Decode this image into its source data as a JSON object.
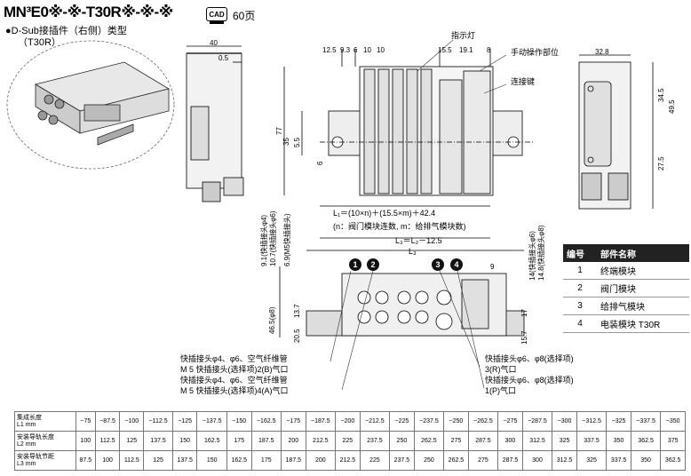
{
  "header": {
    "title": "MN³E0※-※-T30R※-※-※",
    "cad_label": "CAD",
    "page_ref": "60页",
    "subtitle": "●D-Sub接插件（右侧）类型",
    "subtitle_code": "（T30R）"
  },
  "callouts": {
    "indicator": "指示灯",
    "manual": "手动操作部位",
    "connector_key": "连接键"
  },
  "dims": {
    "w40": "40",
    "w05": "0.5",
    "d125": "12.5",
    "d93": "9.3",
    "d6": "6",
    "d10a": "10",
    "d10b": "10",
    "d155": "15.5",
    "d191": "19.1",
    "d8": "8",
    "d328": "32.8",
    "h77": "77",
    "h35": "35",
    "h55": "5.5",
    "h6": "6",
    "h345": "34.5",
    "h495": "49.5",
    "h275": "27.5",
    "h91": "9.1(快插接头φ4)",
    "h107": "10.7(快插接头φ6)",
    "h69": "6.9(M5快插接头)",
    "h14": "14(快插接头φ6)",
    "h148": "14.8(快插接头φ8)",
    "h465": "46.5(φ8)",
    "h137": "13.7",
    "h205": "20.5",
    "h17": "17",
    "h157": "15.7",
    "h9": "9"
  },
  "formulas": {
    "l1": "L₁＝(10×n)＋(15.5×m)＋42.4",
    "note": "(n：阀门模块连数, m：给排气模块数)",
    "l3": "L₃＝L₂－12.5",
    "l3_short": "L₃"
  },
  "ports": {
    "b_line1": "快插接头φ4、φ6、空气纤维管",
    "b_line2": "M 5 快插接头(选择项)2(B)气口",
    "a_line1": "快插接头φ4、φ6、空气纤维管",
    "a_line2": "M 5 快插接头(选择项)4(A)气口",
    "r_line1": "快插接头φ6、φ8(选择项)",
    "r_line2": "3(R)气口",
    "p_line1": "快插接头φ6、φ8(选择项)",
    "p_line2": "1(P)气口"
  },
  "markers": [
    "1",
    "2",
    "3",
    "4"
  ],
  "parts_table": {
    "headers": [
      "编号",
      "部件名称"
    ],
    "rows": [
      [
        "1",
        "终端模块"
      ],
      [
        "2",
        "阀门模块"
      ],
      [
        "3",
        "给排气模块"
      ],
      [
        "4",
        "电装模块 T30R"
      ]
    ]
  },
  "length_table": {
    "row_labels": [
      "集成长度\nL1 mm",
      "安装导轨长度\nL2 mm",
      "安装导轨节距\nL3 mm"
    ],
    "l1": [
      "~75",
      "~87.5",
      "~100",
      "~112.5",
      "~125",
      "~137.5",
      "~150",
      "~162.5",
      "~175",
      "~187.5",
      "~200",
      "~212.5",
      "~225",
      "~237.5",
      "~250",
      "~262.5",
      "~275",
      "~287.5",
      "~300",
      "~312.5",
      "~325",
      "~337.5",
      "~350"
    ],
    "l2": [
      "100",
      "112.5",
      "125",
      "137.5",
      "150",
      "162.5",
      "175",
      "187.5",
      "200",
      "212.5",
      "225",
      "237.5",
      "250",
      "262.5",
      "275",
      "287.5",
      "300",
      "312.5",
      "325",
      "337.5",
      "350",
      "362.5",
      "375"
    ],
    "l3": [
      "87.5",
      "100",
      "112.5",
      "125",
      "137.5",
      "150",
      "162.5",
      "175",
      "187.5",
      "200",
      "212.5",
      "225",
      "237.5",
      "250",
      "262.5",
      "275",
      "287.5",
      "300",
      "312.5",
      "325",
      "337.5",
      "350",
      "362.5"
    ]
  }
}
